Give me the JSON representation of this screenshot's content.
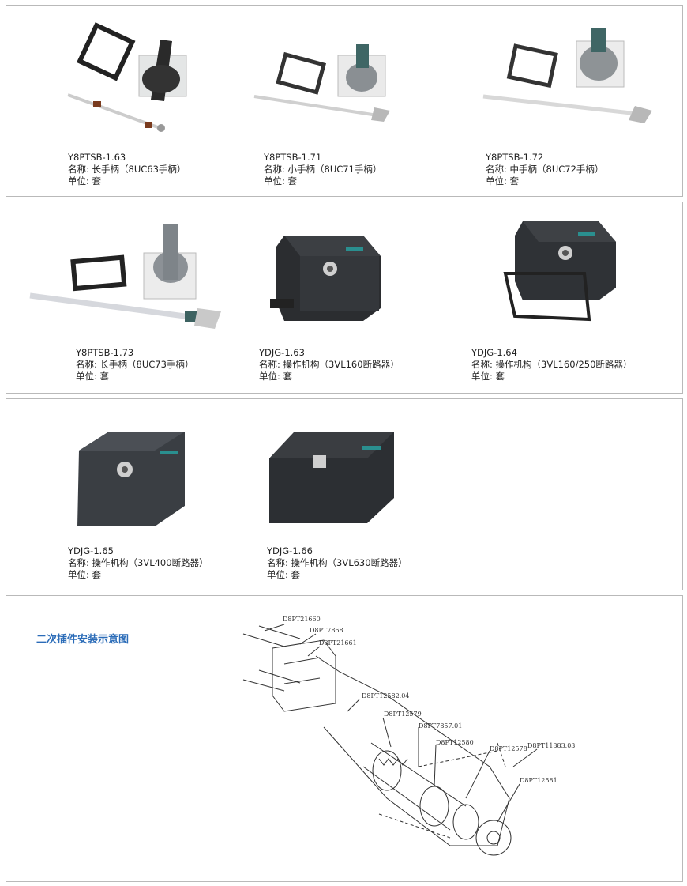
{
  "rows": [
    {
      "items": [
        {
          "code": "Y8PTSB-1.63",
          "name": "名称: 长手柄（8UC63手柄）",
          "unit": "单位: 套"
        },
        {
          "code": "Y8PTSB-1.71",
          "name": "名称: 小手柄（8UC71手柄）",
          "unit": "单位: 套"
        },
        {
          "code": "Y8PTSB-1.72",
          "name": "名称: 中手柄（8UC72手柄）",
          "unit": "单位: 套"
        }
      ]
    },
    {
      "items": [
        {
          "code": "Y8PTSB-1.73",
          "name": "名称: 长手柄（8UC73手柄）",
          "unit": "单位: 套"
        },
        {
          "code": "YDJG-1.63",
          "name": "名称: 操作机构（3VL160断路器）",
          "unit": "单位: 套"
        },
        {
          "code": "YDJG-1.64",
          "name": "名称: 操作机构（3VL160/250断路器）",
          "unit": "单位: 套"
        }
      ]
    },
    {
      "items": [
        {
          "code": "YDJG-1.65",
          "name": "名称: 操作机构（3VL400断路器）",
          "unit": "单位: 套"
        },
        {
          "code": "YDJG-1.66",
          "name": "名称: 操作机构（3VL630断路器）",
          "unit": "单位: 套"
        }
      ]
    }
  ],
  "diagram": {
    "title": "二次插件安装示意图",
    "labels": [
      "D8PT21660",
      "D8PT7868",
      "D8PT21661",
      "D8PT12582.04",
      "D8PT12579",
      "D8PT7857.01",
      "D8PT12580",
      "D8PT12578",
      "D8PT11883.03",
      "D8PT12581"
    ]
  }
}
